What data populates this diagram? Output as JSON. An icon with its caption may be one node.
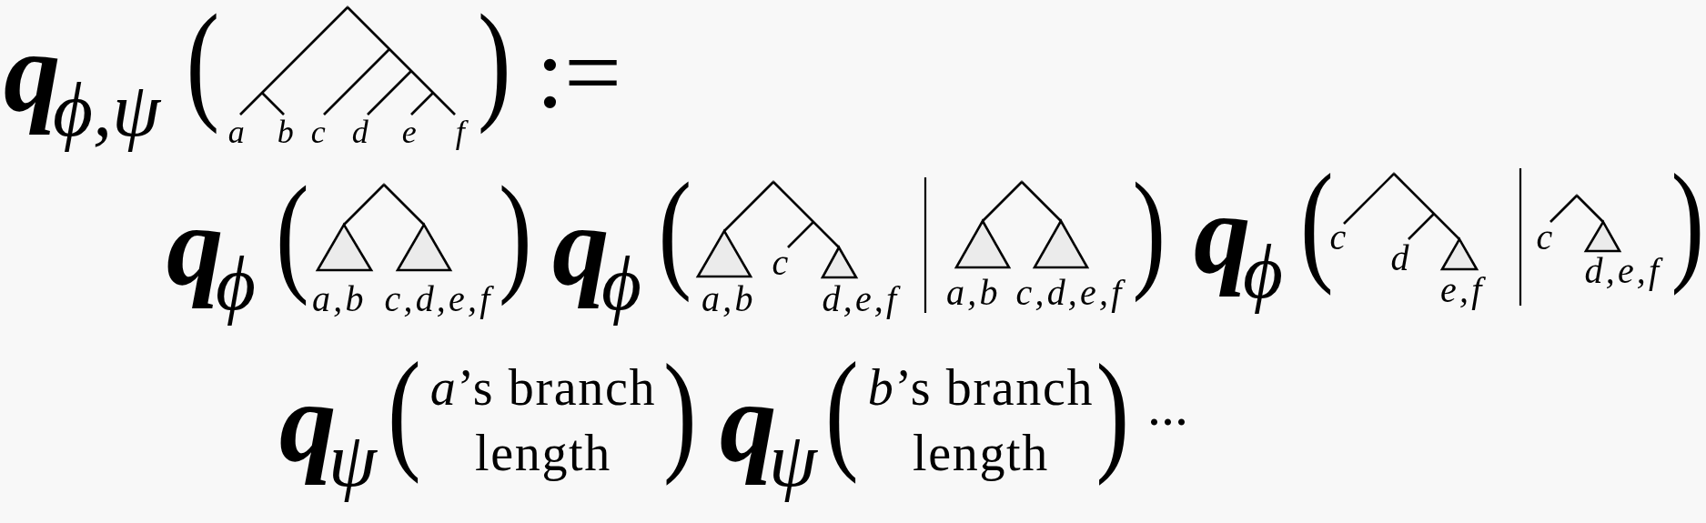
{
  "diagram": {
    "labels": [
      "**q**$_{ϕ,ψ}$",
      "(",
      "a",
      "b",
      "c",
      "d",
      "e",
      "f",
      ")",
      ":=",
      "**q**$_{ϕ}$",
      "(",
      "a,b",
      "c,d,e,f",
      ")",
      "**q**$_{ϕ}$",
      "(",
      "a,b",
      "c",
      "d,e,f",
      "a,b",
      "c,d,e,f",
      ")",
      "**q**$_{ϕ}$",
      "(",
      "c",
      "d",
      "e,f",
      "c",
      "d,e,f",
      ")",
      "**q**$_{ψ}$",
      "(",
      "*a*’s branch length",
      ")",
      "**q**$_{ψ}$",
      "(",
      "*b*’s branch length",
      ")",
      "..."
    ]
  }
}
